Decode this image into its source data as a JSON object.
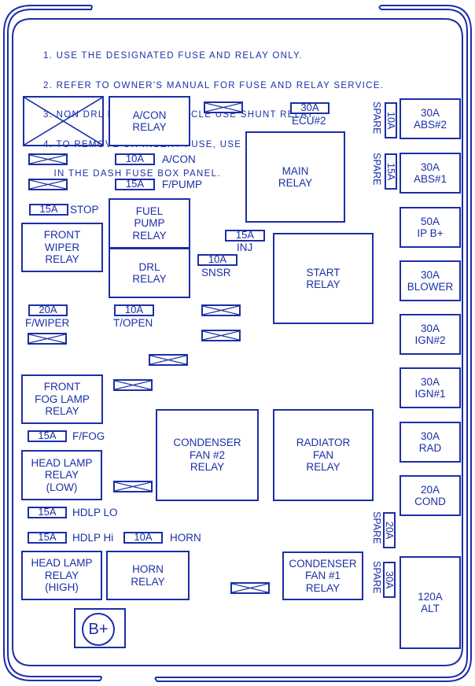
{
  "colors": {
    "ink": "#1b2fa6",
    "background": "#ffffff"
  },
  "notes": [
    "1. USE THE DESIGNATED FUSE AND RELAY ONLY.",
    "2. REFER TO OWNER'S MANUAL FOR FUSE AND RELAY SERVICE.",
    "3. NON DRL FUNCTION VEHICLE USE SHUNT RELAY.",
    "4. TO REMOVE OR INSERT FUSE, USE THE FUSE PULLER",
    "   IN THE DASH FUSE BOX PANEL."
  ],
  "relays": {
    "acon": "A/CON\nRELAY",
    "main": "MAIN\nRELAY",
    "fuel_pump": "FUEL\nPUMP\nRELAY",
    "drl": "DRL\nRELAY",
    "front_wiper": "FRONT\nWIPER\nRELAY",
    "start": "START\nRELAY",
    "front_fog": "FRONT\nFOG LAMP\nRELAY",
    "condenser_fan2": "CONDENSER\nFAN #2\nRELAY",
    "radiator_fan": "RADIATOR\nFAN\nRELAY",
    "head_lamp_low": "HEAD LAMP\nRELAY\n(LOW)",
    "head_lamp_high": "HEAD LAMP\nRELAY\n(HIGH)",
    "horn": "HORN\nRELAY",
    "condenser_fan1": "CONDENSER\nFAN #1\nRELAY"
  },
  "mini_fuses": {
    "ecu2": {
      "rating": "30A",
      "label": "ECU#2"
    },
    "acon": {
      "rating": "10A",
      "label": "A/CON"
    },
    "fpump": {
      "rating": "15A",
      "label": "F/PUMP"
    },
    "stop": {
      "rating": "15A",
      "label": "STOP"
    },
    "inj": {
      "rating": "15A",
      "label": "INJ"
    },
    "snsr": {
      "rating": "10A",
      "label": "SNSR"
    },
    "fwiper": {
      "rating": "20A",
      "label": "F/WIPER"
    },
    "topen": {
      "rating": "10A",
      "label": "T/OPEN"
    },
    "ffog": {
      "rating": "15A",
      "label": "F/FOG"
    },
    "hdlp_lo": {
      "rating": "15A",
      "label": "HDLP LO"
    },
    "hdlp_hi": {
      "rating": "15A",
      "label": "HDLP Hi"
    },
    "horn": {
      "rating": "10A",
      "label": "HORN"
    }
  },
  "spare_fuses": [
    {
      "rating": "10A",
      "label": "SPARE"
    },
    {
      "rating": "15A",
      "label": "SPARE"
    },
    {
      "rating": "20A",
      "label": "SPARE"
    },
    {
      "rating": "30A",
      "label": "SPARE"
    }
  ],
  "fusible_links": {
    "abs2": "30A\nABS#2",
    "abs1": "30A\nABS#1",
    "ipb": "50A\nIP B+",
    "blower": "30A\nBLOWER",
    "ign2": "30A\nIGN#2",
    "ign1": "30A\nIGN#1",
    "rad": "30A\nRAD",
    "cond": "20A\nCOND",
    "alt": "120A\nALT"
  },
  "battery_terminal": "B+"
}
